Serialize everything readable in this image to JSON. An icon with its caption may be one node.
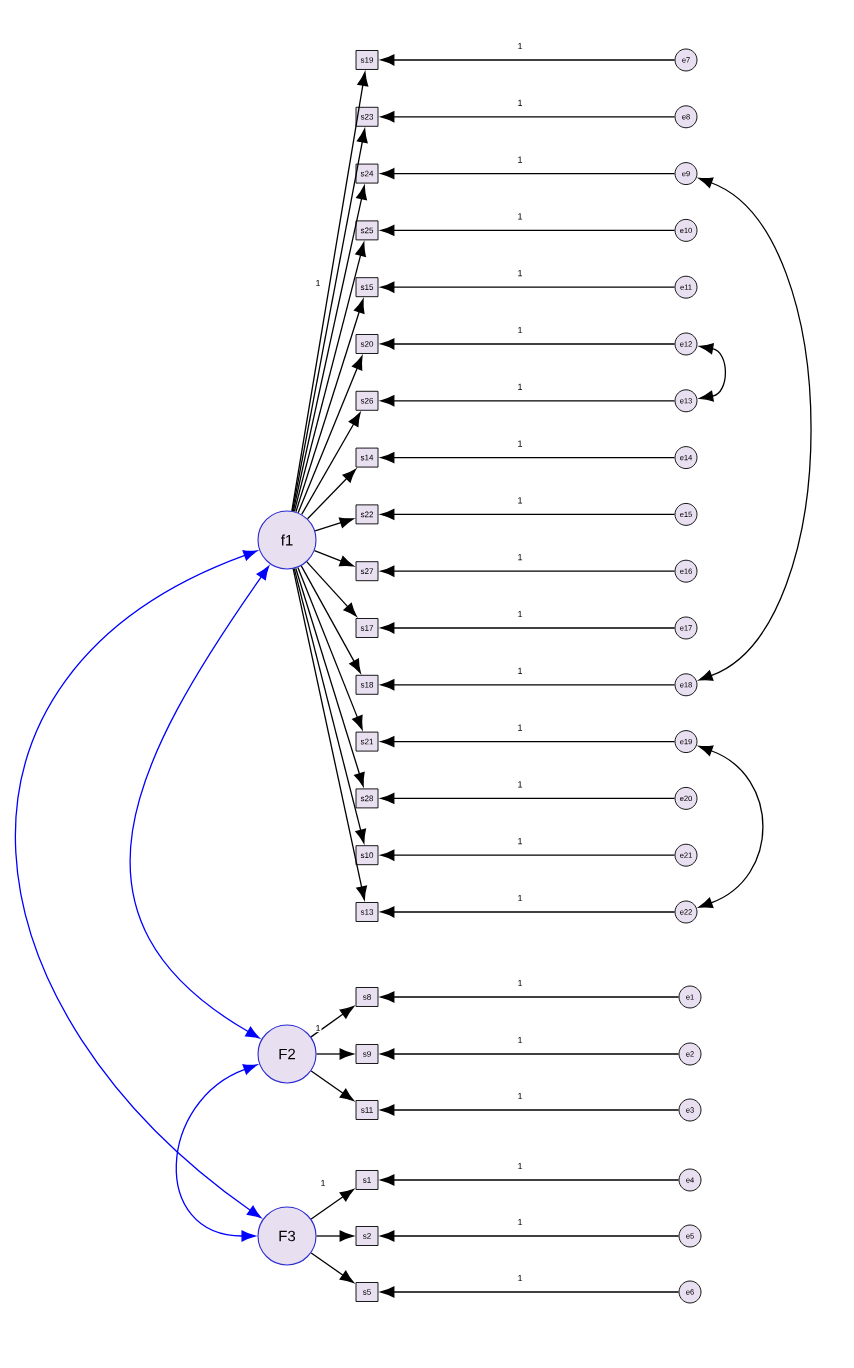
{
  "diagram": {
    "nodes": [
      {
        "text": [
          "s19"
        ]
      },
      {
        "text": [
          "s23"
        ]
      },
      {
        "text": [
          "s24"
        ]
      },
      {
        "text": [
          "s25"
        ]
      },
      {
        "text": [
          "s15"
        ]
      },
      {
        "text": [
          "s20"
        ]
      },
      {
        "text": [
          "s26"
        ]
      },
      {
        "text": [
          "s14"
        ]
      },
      {
        "text": [
          "s22"
        ]
      },
      {
        "text": [
          "s27"
        ]
      },
      {
        "text": [
          "s17"
        ]
      },
      {
        "text": [
          "s18"
        ]
      },
      {
        "text": [
          "s21"
        ]
      },
      {
        "text": [
          "s28"
        ]
      },
      {
        "text": [
          "s10"
        ]
      },
      {
        "text": [
          "s13"
        ]
      },
      {
        "text": [
          "e7"
        ]
      },
      {
        "text": [
          "e8"
        ]
      },
      {
        "text": [
          "e9"
        ]
      },
      {
        "text": [
          "e10"
        ]
      },
      {
        "text": [
          "e11"
        ]
      },
      {
        "text": [
          "e12"
        ]
      },
      {
        "text": [
          "e13"
        ]
      },
      {
        "text": [
          "e14"
        ]
      },
      {
        "text": [
          "e15"
        ]
      },
      {
        "text": [
          "e16"
        ]
      },
      {
        "text": [
          "e17"
        ]
      },
      {
        "text": [
          "e18"
        ]
      },
      {
        "text": [
          "e19"
        ]
      },
      {
        "text": [
          "e20"
        ]
      },
      {
        "text": [
          "e21"
        ]
      },
      {
        "text": [
          "e22"
        ]
      },
      {
        "text": [
          "f1"
        ]
      },
      {
        "text": [
          "s8"
        ]
      },
      {
        "text": [
          "s9"
        ]
      },
      {
        "text": [
          "s11"
        ]
      },
      {
        "text": [
          "e1"
        ]
      },
      {
        "text": [
          "e2"
        ]
      },
      {
        "text": [
          "e3"
        ]
      },
      {
        "text": [
          "F2"
        ]
      },
      {
        "text": [
          "s1"
        ]
      },
      {
        "text": [
          "s2"
        ]
      },
      {
        "text": [
          "s5"
        ]
      },
      {
        "text": [
          "e4"
        ]
      },
      {
        "text": [
          "e5"
        ]
      },
      {
        "text": [
          "e6"
        ]
      },
      {
        "text": [
          "F3"
        ]
      }
    ],
    "edges": [
      {
        "from": 32,
        "to": 0,
        "arrow": "to",
        "label": "1"
      },
      {
        "from": 32,
        "to": 1,
        "arrow": "to"
      },
      {
        "from": 32,
        "to": 2,
        "arrow": "to"
      },
      {
        "from": 32,
        "to": 3,
        "arrow": "to"
      },
      {
        "from": 32,
        "to": 4,
        "arrow": "to"
      },
      {
        "from": 32,
        "to": 5,
        "arrow": "to"
      },
      {
        "from": 32,
        "to": 6,
        "arrow": "to"
      },
      {
        "from": 32,
        "to": 7,
        "arrow": "to"
      },
      {
        "from": 32,
        "to": 8,
        "arrow": "to"
      },
      {
        "from": 32,
        "to": 9,
        "arrow": "to"
      },
      {
        "from": 32,
        "to": 10,
        "arrow": "to"
      },
      {
        "from": 32,
        "to": 11,
        "arrow": "to"
      },
      {
        "from": 32,
        "to": 12,
        "arrow": "to"
      },
      {
        "from": 32,
        "to": 13,
        "arrow": "to"
      },
      {
        "from": 32,
        "to": 14,
        "arrow": "to"
      },
      {
        "from": 32,
        "to": 15,
        "arrow": "to"
      },
      {
        "from": 16,
        "to": 0,
        "arrow": "to",
        "label": "1"
      },
      {
        "from": 17,
        "to": 1,
        "arrow": "to",
        "label": "1"
      },
      {
        "from": 18,
        "to": 2,
        "arrow": "to",
        "label": "1"
      },
      {
        "from": 19,
        "to": 3,
        "arrow": "to",
        "label": "1"
      },
      {
        "from": 20,
        "to": 4,
        "arrow": "to",
        "label": "1"
      },
      {
        "from": 21,
        "to": 5,
        "arrow": "to",
        "label": "1"
      },
      {
        "from": 22,
        "to": 6,
        "arrow": "to",
        "label": "1"
      },
      {
        "from": 23,
        "to": 7,
        "arrow": "to",
        "label": "1"
      },
      {
        "from": 24,
        "to": 8,
        "arrow": "to",
        "label": "1"
      },
      {
        "from": 25,
        "to": 9,
        "arrow": "to",
        "label": "1"
      },
      {
        "from": 26,
        "to": 10,
        "arrow": "to",
        "label": "1"
      },
      {
        "from": 27,
        "to": 11,
        "arrow": "to",
        "label": "1"
      },
      {
        "from": 28,
        "to": 12,
        "arrow": "to",
        "label": "1"
      },
      {
        "from": 29,
        "to": 13,
        "arrow": "to",
        "label": "1"
      },
      {
        "from": 30,
        "to": 14,
        "arrow": "to",
        "label": "1"
      },
      {
        "from": 31,
        "to": 15,
        "arrow": "to",
        "label": "1"
      },
      {
        "from": 39,
        "to": 33,
        "arrow": "to",
        "label": "1"
      },
      {
        "from": 39,
        "to": 34,
        "arrow": "to"
      },
      {
        "from": 39,
        "to": 35,
        "arrow": "to"
      },
      {
        "from": 36,
        "to": 33,
        "arrow": "to",
        "label": "1"
      },
      {
        "from": 37,
        "to": 34,
        "arrow": "to",
        "label": "1"
      },
      {
        "from": 38,
        "to": 35,
        "arrow": "to",
        "label": "1"
      },
      {
        "from": 46,
        "to": 40,
        "arrow": "to",
        "label": "1"
      },
      {
        "from": 46,
        "to": 41,
        "arrow": "to"
      },
      {
        "from": 46,
        "to": 42,
        "arrow": "to"
      },
      {
        "from": 43,
        "to": 40,
        "arrow": "to",
        "label": "1"
      },
      {
        "from": 44,
        "to": 41,
        "arrow": "to",
        "label": "1"
      },
      {
        "from": 45,
        "to": 42,
        "arrow": "to",
        "label": "1"
      },
      {
        "from": 27,
        "to": 18,
        "arrow": "both"
      },
      {
        "from": 21,
        "to": 22,
        "arrow": "both"
      },
      {
        "from": 28,
        "to": 31,
        "arrow": "both"
      },
      {
        "from": 32,
        "to": 39,
        "arrow": "both",
        "color": "#0000ff"
      },
      {
        "from": 32,
        "to": 46,
        "arrow": "both",
        "color": "#0000ff"
      },
      {
        "from": 39,
        "to": 46,
        "arrow": "both",
        "color": "#0000ff"
      }
    ]
  }
}
